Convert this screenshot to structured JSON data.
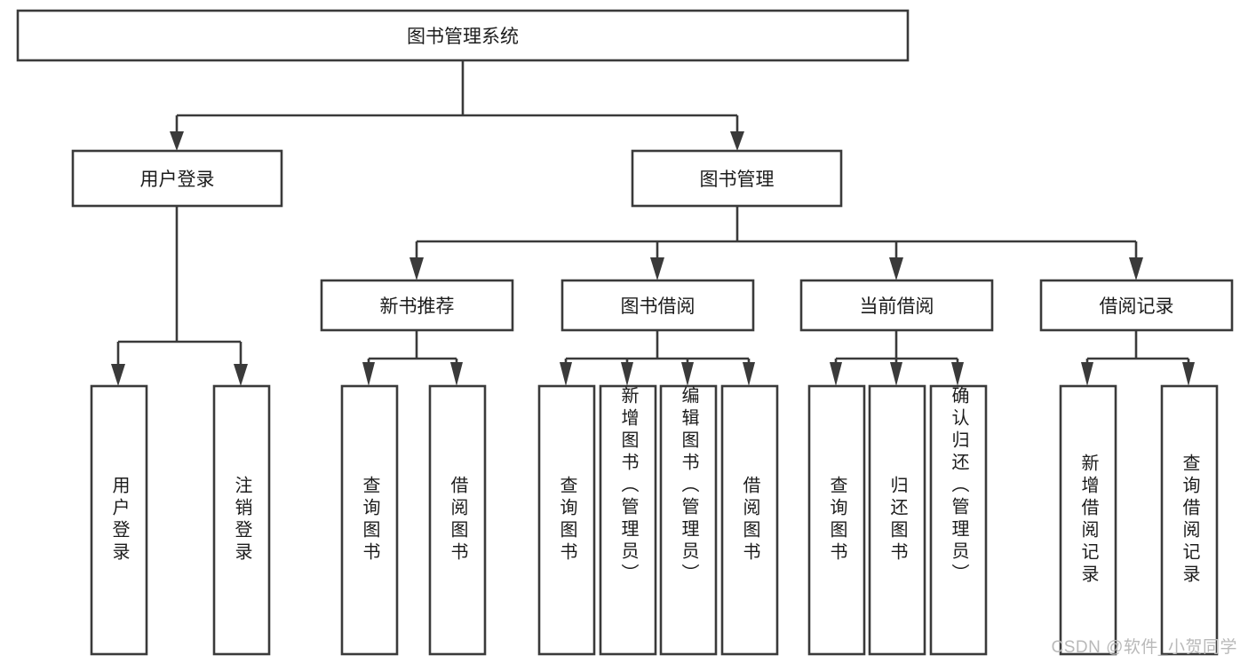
{
  "diagram": {
    "type": "tree-hierarchy-flowchart",
    "title": "图书管理系统",
    "orientation": "top-down",
    "box_fill": "#ffffff",
    "box_stroke": "#3a3a3a",
    "text_color": "#1c1c1c",
    "background": "#ffffff",
    "levels": [
      {
        "level": 0,
        "nodes": [
          {
            "id": "root",
            "label": "图书管理系统",
            "text_direction": "horizontal"
          }
        ]
      },
      {
        "level": 1,
        "nodes": [
          {
            "id": "login",
            "label": "用户登录",
            "text_direction": "horizontal",
            "parent": "root"
          },
          {
            "id": "bookmgmt",
            "label": "图书管理",
            "text_direction": "horizontal",
            "parent": "root"
          }
        ]
      },
      {
        "level": 2,
        "nodes": [
          {
            "id": "newbook",
            "label": "新书推荐",
            "text_direction": "horizontal",
            "parent": "bookmgmt"
          },
          {
            "id": "borrow",
            "label": "图书借阅",
            "text_direction": "horizontal",
            "parent": "bookmgmt"
          },
          {
            "id": "current",
            "label": "当前借阅",
            "text_direction": "horizontal",
            "parent": "bookmgmt"
          },
          {
            "id": "records",
            "label": "借阅记录",
            "text_direction": "horizontal",
            "parent": "bookmgmt"
          }
        ]
      },
      {
        "level": 3,
        "nodes": [
          {
            "id": "leaf1",
            "label": "用户登录",
            "text_direction": "vertical",
            "parent": "login"
          },
          {
            "id": "leaf2",
            "label": "注销登录",
            "text_direction": "vertical",
            "parent": "login"
          },
          {
            "id": "leaf3",
            "label": "查询图书",
            "text_direction": "vertical",
            "parent": "newbook"
          },
          {
            "id": "leaf4",
            "label": "借阅图书",
            "text_direction": "vertical",
            "parent": "newbook"
          },
          {
            "id": "leaf5",
            "label": "查询图书",
            "text_direction": "vertical",
            "parent": "borrow"
          },
          {
            "id": "leaf6",
            "label": "新增图书（管理员）",
            "text_direction": "vertical",
            "parent": "borrow"
          },
          {
            "id": "leaf7",
            "label": "编辑图书（管理员）",
            "text_direction": "vertical",
            "parent": "borrow"
          },
          {
            "id": "leaf8",
            "label": "借阅图书",
            "text_direction": "vertical",
            "parent": "borrow"
          },
          {
            "id": "leaf9",
            "label": "查询图书",
            "text_direction": "vertical",
            "parent": "current"
          },
          {
            "id": "leaf10",
            "label": "归还图书",
            "text_direction": "vertical",
            "parent": "current"
          },
          {
            "id": "leaf11",
            "label": "确认归还（管理员）",
            "text_direction": "vertical",
            "parent": "current"
          },
          {
            "id": "leaf12",
            "label": "新增借阅记录",
            "text_direction": "vertical",
            "parent": "records"
          },
          {
            "id": "leaf13",
            "label": "查询借阅记录",
            "text_direction": "vertical",
            "parent": "records"
          }
        ]
      }
    ]
  },
  "watermark": {
    "text": "CSDN @软件_小贺同学",
    "color": "#b9b9b9"
  }
}
